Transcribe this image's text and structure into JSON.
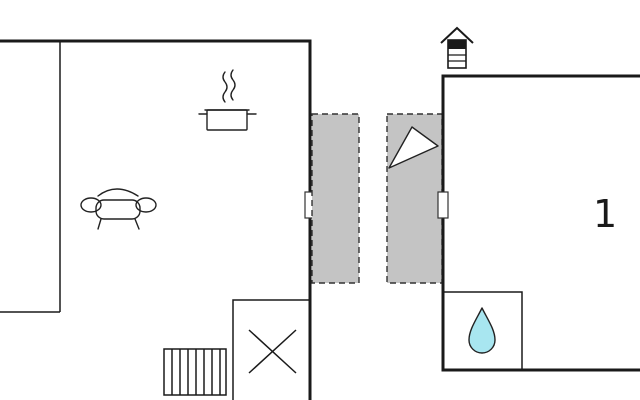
{
  "plan": {
    "rooms": [
      {
        "id": "left-building",
        "label": ""
      },
      {
        "id": "right-building",
        "label": "1"
      }
    ],
    "icons": [
      "cooking-pot-icon",
      "sofa-icon",
      "stairs-icon",
      "shower-drop-icon",
      "north-arrow-icon",
      "compass-icon"
    ],
    "colors": {
      "wall": "#1a1a1a",
      "terrace": "#c4c4c4",
      "water": "#a8e6f0"
    }
  }
}
